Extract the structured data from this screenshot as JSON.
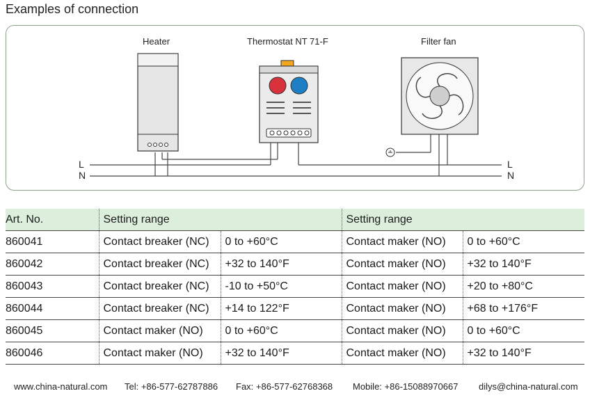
{
  "title": "Examples of connection",
  "diagram": {
    "heater_label": "Heater",
    "thermostat_label": "Thermostat NT 71-F",
    "fan_label": "Filter fan",
    "left_l": "L",
    "left_n": "N",
    "right_l": "L",
    "right_n": "N",
    "icons": [
      "heater-icon",
      "thermostat-icon",
      "fan-icon",
      "ground-icon"
    ],
    "colors": {
      "red_dial": "#d8323c",
      "blue_dial": "#1f7fc4",
      "clip": "#f2a81d"
    }
  },
  "table": {
    "headers": [
      "Art. No.",
      "Setting range",
      "",
      "Setting range",
      ""
    ],
    "rows": [
      [
        "860041",
        "Contact breaker (NC)",
        "0 to +60°C",
        "Contact maker (NO)",
        "0 to +60°C"
      ],
      [
        "860042",
        "Contact breaker (NC)",
        "+32 to 140°F",
        "Contact maker (NO)",
        "+32 to 140°F"
      ],
      [
        "860043",
        "Contact breaker (NC)",
        "-10 to +50°C",
        "Contact maker (NO)",
        "+20 to +80°C"
      ],
      [
        "860044",
        "Contact breaker (NC)",
        "+14 to 122°F",
        "Contact maker (NO)",
        "+68 to +176°F"
      ],
      [
        "860045",
        "Contact maker (NO)",
        "0 to +60°C",
        "Contact maker (NO)",
        "0 to +60°C"
      ],
      [
        "860046",
        "Contact maker (NO)",
        "+32 to 140°F",
        "Contact maker (NO)",
        "+32 to 140°F"
      ]
    ],
    "header_color": "#dcefdc"
  },
  "footer": {
    "website": "www.china-natural.com",
    "tel": "Tel: +86-577-62787886",
    "fax": "Fax: +86-577-62768368",
    "mobile": "Mobile: +86-15088970667",
    "email": "dilys@china-natural.com"
  }
}
